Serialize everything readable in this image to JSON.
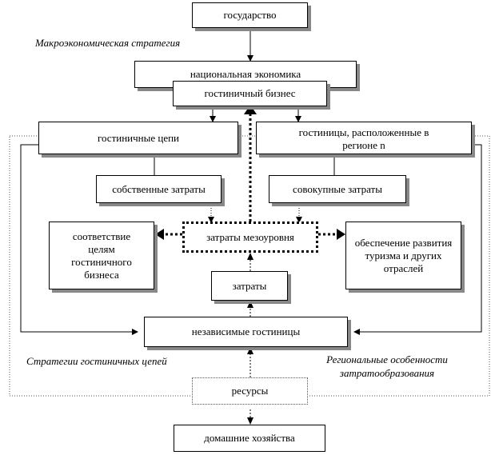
{
  "boxes": {
    "state": "государство",
    "national_economy": "национальная экономика",
    "hotel_business": "гостиничный бизнес",
    "hotel_chains": "гостиничные цепи",
    "regional_hotels": "гостиницы, расположенные в регионе n",
    "own_costs": "собственные затраты",
    "total_costs": "совокупные затраты",
    "goals_match": "соответствие целям гостиничного бизнеса",
    "meso_costs": "затраты мезоуровня",
    "tourism_dev": "обеспечение развития туризма и других отраслей",
    "costs": "затраты",
    "independent_hotels": "независимые гостиницы",
    "resources": "ресурсы",
    "households": "домашние хозяйства"
  },
  "labels": {
    "macro_strategy": "Макроэкономическая стратегия",
    "chain_strategies": "Стратегии гостиничных цепей",
    "regional_features_line1": "Региональные особенности",
    "regional_features_line2": "затратообразования"
  }
}
